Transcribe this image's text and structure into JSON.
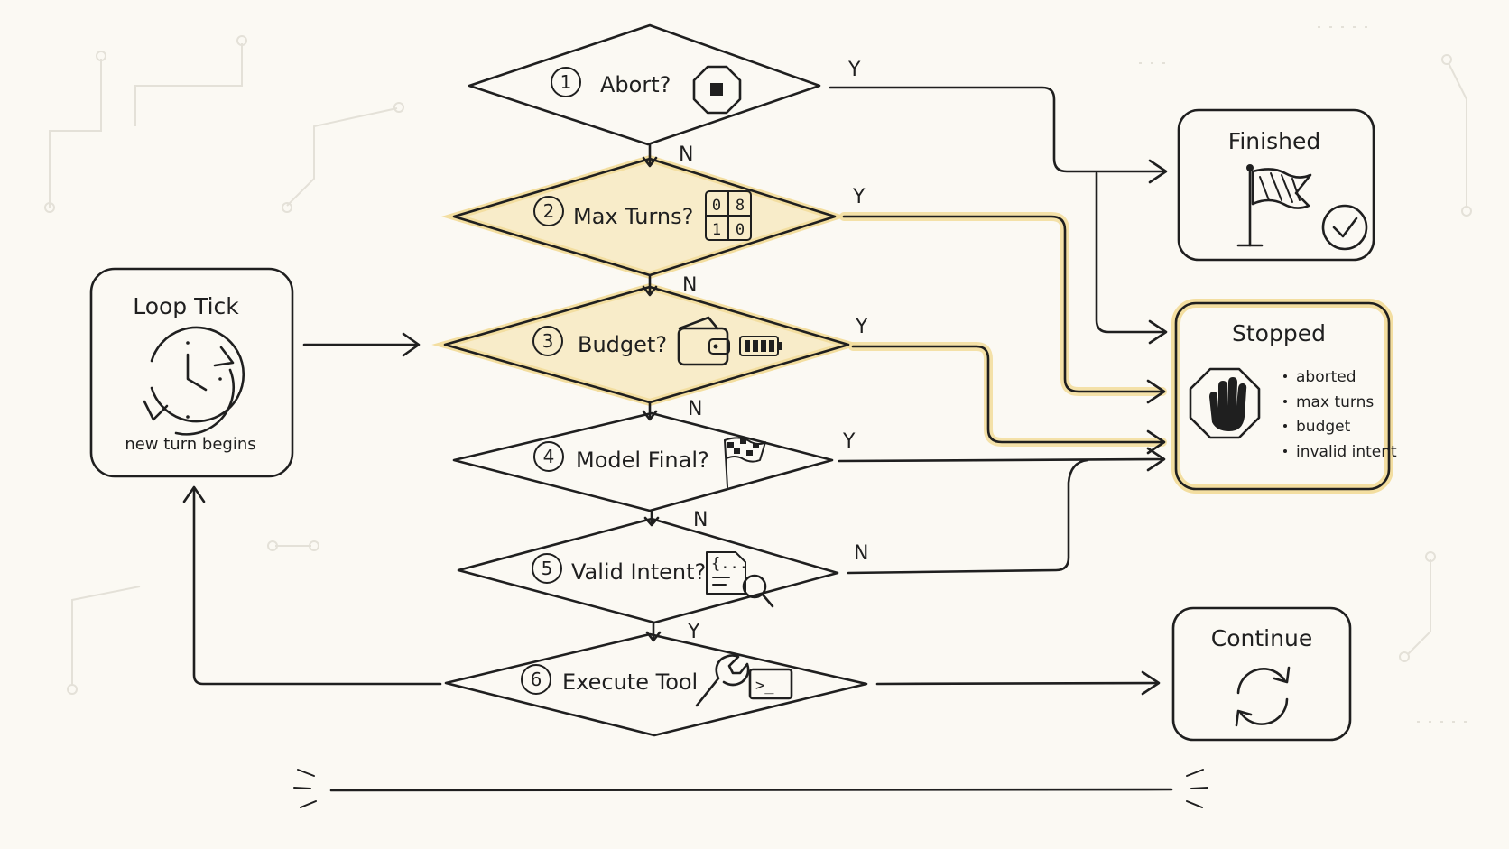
{
  "colors": {
    "background": "#fbf9f3",
    "ink": "#1f1f1f",
    "highlight_fill": "#f8ecc9",
    "highlight_glow": "#f3dea0"
  },
  "start": {
    "title": "Loop Tick",
    "subtitle": "new turn begins",
    "icon": "clock-refresh-icon"
  },
  "decisions": [
    {
      "number": "1",
      "label": "Abort?",
      "icon": "stop-octagon-icon",
      "highlighted": false,
      "yes_label": "Y",
      "no_label": "N"
    },
    {
      "number": "2",
      "label": "Max Turns?",
      "icon": "turn-counter-icon",
      "counter_digits": [
        "0",
        "8",
        "1",
        "0"
      ],
      "highlighted": true,
      "yes_label": "Y",
      "no_label": "N"
    },
    {
      "number": "3",
      "label": "Budget?",
      "icon": "wallet-battery-icon",
      "highlighted": true,
      "yes_label": "Y",
      "no_label": "N"
    },
    {
      "number": "4",
      "label": "Model Final?",
      "icon": "checkered-flag-icon",
      "highlighted": false,
      "yes_label": "Y",
      "no_label": "N"
    },
    {
      "number": "5",
      "label": "Valid Intent?",
      "icon": "document-search-icon",
      "doc_text": "{...",
      "highlighted": false,
      "no_label": "N",
      "yes_label": "Y"
    },
    {
      "number": "6",
      "label": "Execute Tool",
      "icon": "wrench-terminal-icon",
      "terminal_text": ">_",
      "highlighted": false
    }
  ],
  "outcomes": {
    "finished": {
      "title": "Finished",
      "icon": "flag-check-icon"
    },
    "stopped": {
      "title": "Stopped",
      "icon": "stop-hand-icon",
      "reasons": [
        "aborted",
        "max turns",
        "budget",
        "invalid intent"
      ]
    },
    "continue": {
      "title": "Continue",
      "icon": "refresh-icon"
    }
  }
}
